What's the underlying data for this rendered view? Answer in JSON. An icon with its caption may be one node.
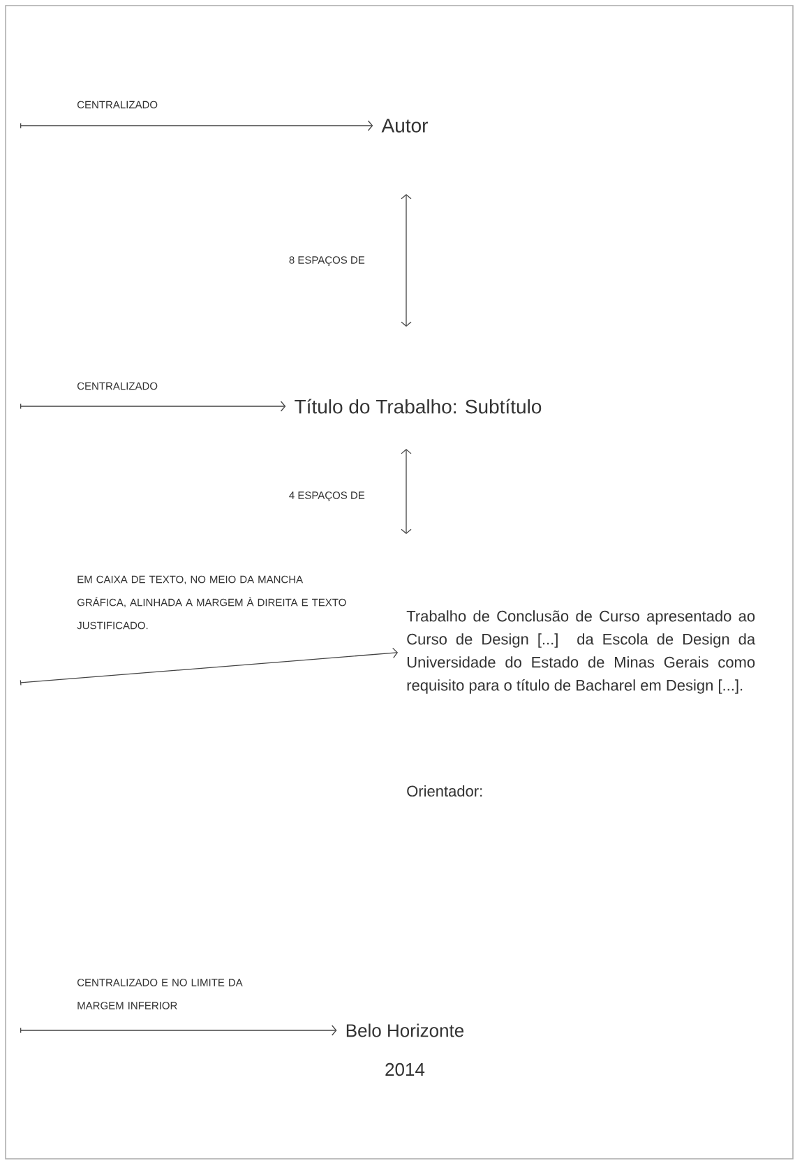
{
  "diagram": {
    "nodes": [
      {
        "text": [
          "Autor"
        ]
      },
      {
        "text": [
          "Título do Trabalho: Subtítulo"
        ]
      },
      {
        "text": [
          "Trabalho de Conclusão de Curso apresentado ao Curso de Design [...] da Escola de Design da Universidade do Estado de Minas Gerais como requisito para o título de Bacharel em Design [...]."
        ]
      },
      {
        "text": [
          "Orientador:"
        ]
      },
      {
        "text": [
          "Belo Horizonte"
        ]
      },
      {
        "text": [
          "2014"
        ]
      }
    ],
    "edges": [
      {
        "from": null,
        "to": 0,
        "arrow": "to"
      },
      {
        "from": null,
        "to": 1,
        "arrow": "to"
      },
      {
        "from": null,
        "to": 2,
        "arrow": "to"
      },
      {
        "from": null,
        "to": 4,
        "arrow": "to"
      }
    ],
    "labels": [
      "CENTRALIZADO",
      "8 ESPAÇOS DE",
      "CENTRALIZADO",
      "4 ESPAÇOS DE",
      "EM CAIXA DE TEXTO, NO MEIO DA MANCHA GRÁFICA, ALINHADA A MARGEM À DIREITA E TEXTO JUSTIFICADO.",
      "CENTRALIZADO E NO LIMITE DA MARGEM INFERIOR"
    ]
  }
}
